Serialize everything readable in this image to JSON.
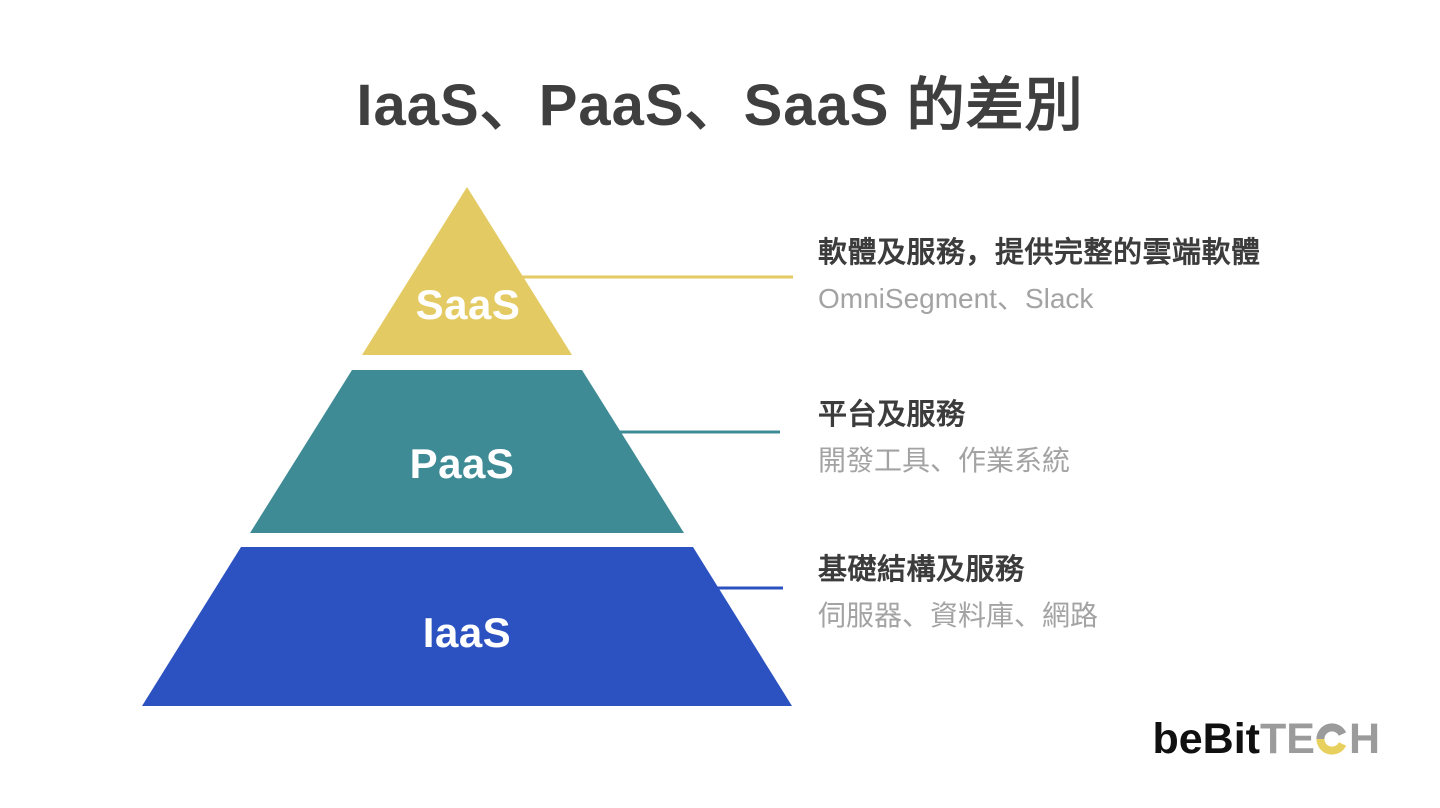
{
  "title": "IaaS、PaaS、SaaS 的差別",
  "pyramid": {
    "layers": [
      {
        "label": "SaaS",
        "color": "#e4ca62"
      },
      {
        "label": "PaaS",
        "color": "#3e8b96"
      },
      {
        "label": "IaaS",
        "color": "#2c52c2"
      }
    ]
  },
  "annotations": [
    {
      "heading": "軟體及服務，提供完整的雲端軟體",
      "examples": "OmniSegment、Slack",
      "line_color": "#e4ca62"
    },
    {
      "heading": "平台及服務",
      "examples": "開發工具、作業系統",
      "line_color": "#3e8b96"
    },
    {
      "heading": "基礎結構及服務",
      "examples": "伺服器、資料庫、網路",
      "line_color": "#2c52c2"
    }
  ],
  "logo": {
    "text_black": "beBit",
    "text_gray_before_c": "TE",
    "text_gray_after_c": "H",
    "black_color": "#101010",
    "gray_color": "#9b9b9b",
    "c_top_color": "#9b9b9b",
    "c_bottom_color": "#e8d05e"
  },
  "colors": {
    "background": "#ffffff",
    "title_text": "#3f3f3f",
    "heading_text": "#3c3c3c",
    "example_text": "#a3a3a3"
  }
}
